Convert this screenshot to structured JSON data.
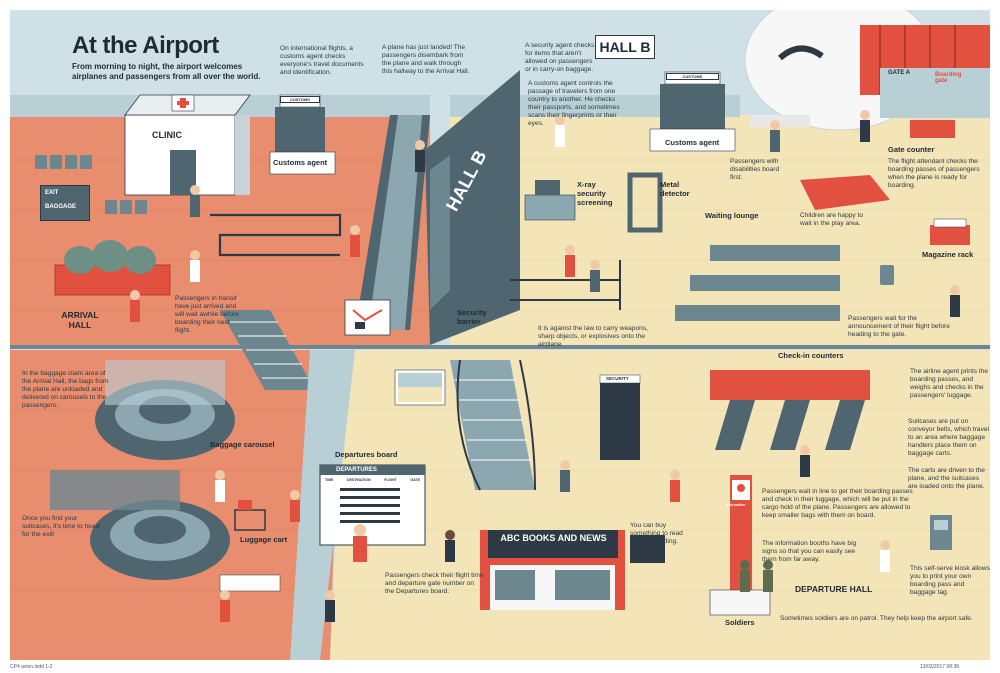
{
  "header": {
    "title": "At the Airport",
    "subtitle": "From morning to night, the airport welcomes airplanes and passengers from all over the world."
  },
  "signs": {
    "clinic": "CLINIC",
    "customs_booth": "CUSTOMS",
    "customs_booth_2": "CUSTOMS",
    "exit": "EXIT",
    "baggage": "BAGGAGE",
    "hall_b_sign": "HALL B",
    "hall_b_wall": "HALL B",
    "gate_a": "GATE A",
    "security_door": "SECURITY",
    "departures_board_header": "DEPARTURES",
    "departures_cols": [
      "TIME",
      "DESTINATION",
      "FLIGHT",
      "GATE"
    ],
    "bookstore": "ABC BOOKS AND NEWS",
    "information": "Information",
    "boarding_gate_sign": "Boarding gate"
  },
  "labels": {
    "customs_agent": "Customs agent",
    "customs_agent_2": "Customs agent",
    "arrival_hall": "ARRIVAL HALL",
    "security_barrier": "Security barrier",
    "xray": "X-ray security screening",
    "metal_detector": "Metal detector",
    "waiting_lounge": "Waiting lounge",
    "gate_counter": "Gate counter",
    "magazine_rack": "Magazine rack",
    "checkin_counters": "Check-in counters",
    "baggage_carousel": "Baggage carousel",
    "luggage_cart": "Luggage cart",
    "departures_board": "Departures board",
    "departure_hall": "DEPARTURE HALL",
    "soldiers": "Soldiers"
  },
  "captions": {
    "customs_intl": "On international flights, a customs agent checks everyone's travel documents and identification.",
    "plane_landed": "A plane has just landed! The passengers disembark from the plane and walk through this hallway to the Arrival Hall.",
    "security_agent": "A security agent checks for items that aren't allowed on passengers or in carry-on baggage.",
    "customs_controls": "A customs agent controls the passage of travelers from one country to another. He checks their passports, and sometimes scans their fingerprints or their eyes.",
    "transit": "Passengers in transit have just arrived and will wait awhile before boarding their next flight.",
    "disabilities": "Passengers with disabilities board first.",
    "play_area": "Children are happy to wait in the play area.",
    "gate_counter": "The flight attendant checks the boarding passes of passengers when the plane is ready for boarding.",
    "weapons": "It is against the law to carry weapons, sharp objects, or explosives onto the airplane.",
    "announcement": "Passengers wait for the announcement of their flight before heading to the gate.",
    "baggage_claim": "In the baggage claim area of the Arrival Hall, the bags from the plane are unloaded and delivered on carousels to the passengers.",
    "exit": "Once you find your suitcases, it's time to head for the exit!",
    "airline_agent": "The airline agent prints the boarding passes, and weighs and checks in the passengers' luggage.",
    "conveyor": "Suitcases are put on conveyor belts, which travel to an area where baggage handlers place them on baggage carts.",
    "carts": "The carts are driven to the plane, and the suitcases are loaded onto the plane.",
    "line": "Passengers wait in line to get their boarding passes and check in their luggage, which will be put in the cargo hold of the plane. Passengers are allowed to keep smaller bags with them on board.",
    "books": "You can buy something to read before boarding.",
    "info_booths": "The information booths have big signs so that you can easily see them from far away.",
    "check_board": "Passengers check their flight time and departure gate number on the Departures board.",
    "kiosk": "This self-serve kiosk allows you to print your own boarding pass and baggage tag.",
    "soldiers": "Sometimes soldiers are on patrol. They help keep the airport safe."
  },
  "footer": {
    "left": "CP4 avion.indd   1-2",
    "right": "13/03/2017   08:38"
  },
  "colors": {
    "wall": "#cfe0e6",
    "floor_red": "#e88d6e",
    "floor_beige": "#f3e5b8",
    "dark": "#4f6670",
    "accent": "#e2513f"
  }
}
